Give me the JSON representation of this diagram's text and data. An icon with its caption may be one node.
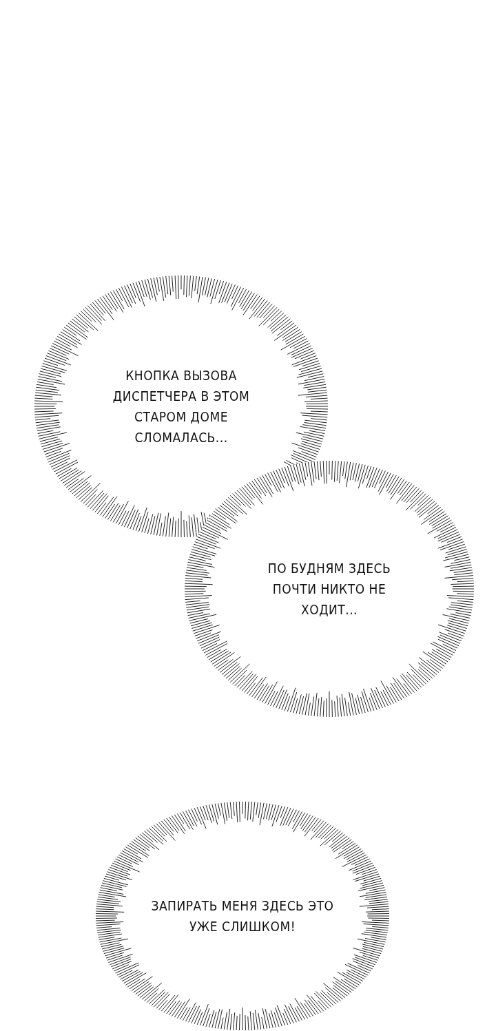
{
  "diagram": {
    "nodes": [
      {
        "text": [
          "КНОПКА ВЫЗОВА ДИСПЕТЧЕРА В ЭТОМ СТАРОМ ДОМЕ СЛОМАЛАСЬ..."
        ]
      },
      {
        "text": [
          "ПО БУДНЯМ ЗДЕСЬ ПОЧТИ НИКТО НЕ ХОДИТ..."
        ]
      },
      {
        "text": [
          "ЗАПИРАТЬ МЕНЯ ЗДЕСЬ ЭТО УЖЕ СЛИШКОМ!"
        ]
      }
    ]
  }
}
